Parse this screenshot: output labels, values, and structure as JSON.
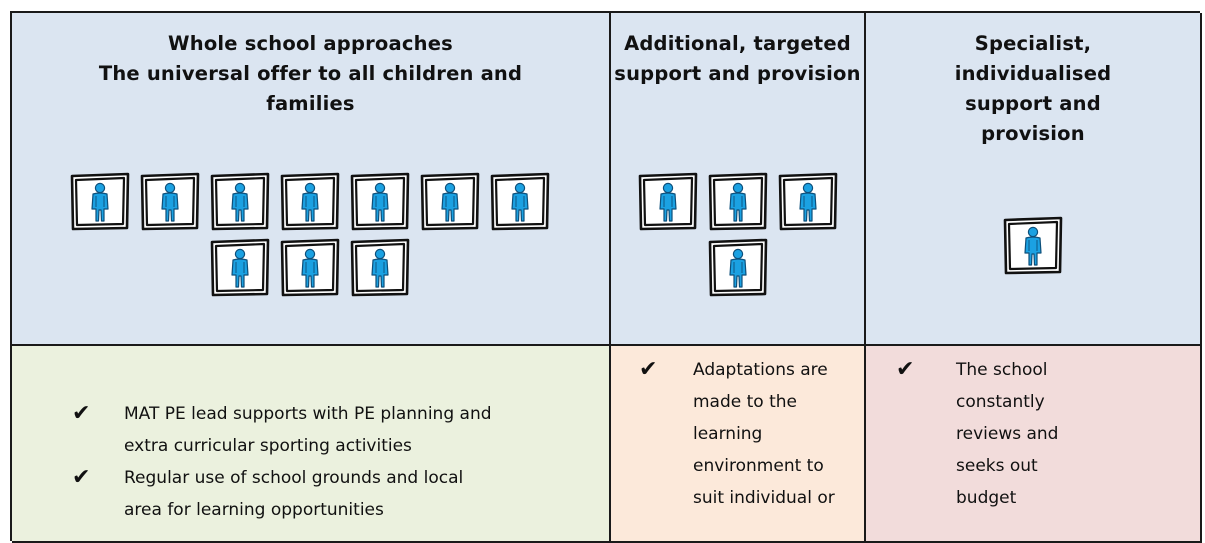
{
  "columns": [
    {
      "heading_lines": [
        "Whole school approaches",
        "The universal offer to all children and",
        "families"
      ],
      "figure_count": 10,
      "items": [
        {
          "lines": [
            "MAT PE lead supports with PE planning and",
            "extra curricular sporting activities"
          ]
        },
        {
          "lines": [
            "Regular use of school grounds and local",
            "area for learning opportunities"
          ]
        }
      ]
    },
    {
      "heading_lines": [
        "Additional, targeted",
        "support and provision"
      ],
      "figure_count": 4,
      "items": [
        {
          "lines": [
            "Adaptations are",
            "made to the",
            "learning",
            "environment to",
            "suit individual or"
          ]
        }
      ]
    },
    {
      "heading_lines": [
        "Specialist,",
        "individualised",
        "support and",
        "provision"
      ],
      "figure_count": 1,
      "items": [
        {
          "lines": [
            "The school",
            "constantly",
            "reviews and",
            "seeks out",
            "budget"
          ]
        }
      ]
    }
  ],
  "tick_symbol": "✔",
  "icon": "person-figure-icon",
  "colors": {
    "header_bg": "#dbe5f1",
    "col1_body_bg": "#ebf1de",
    "col2_body_bg": "#fce9da",
    "col3_body_bg": "#f2dcdb",
    "figure_blue": "#1ba1e2"
  }
}
